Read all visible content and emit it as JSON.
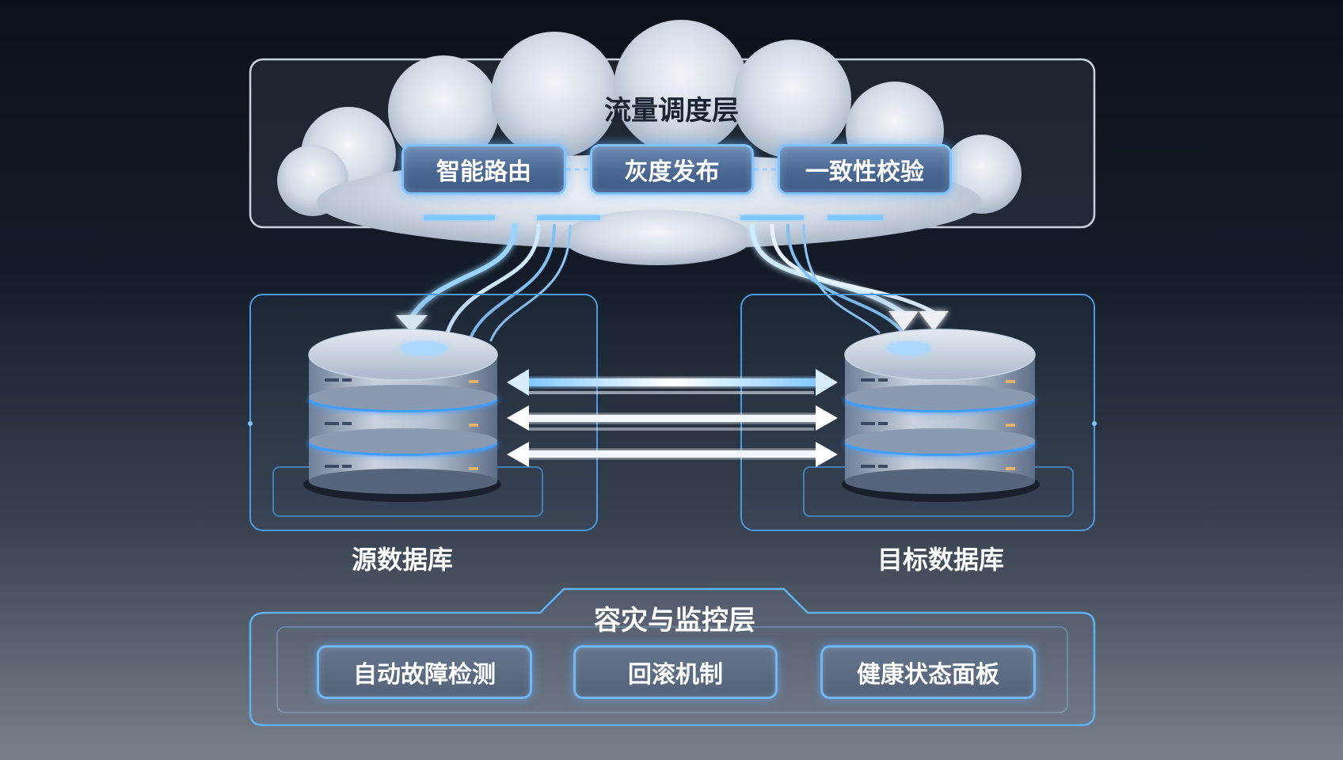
{
  "traffic_layer": {
    "title": "流量调度层",
    "modules": [
      "智能路由",
      "灰度发布",
      "一致性校验"
    ]
  },
  "databases": {
    "source_label": "源数据库",
    "target_label": "目标数据库"
  },
  "dr_layer": {
    "title": "容灾与监控层",
    "modules": [
      "自动故障检测",
      "回滚机制",
      "健康状态面板"
    ]
  },
  "colors": {
    "glow": "#6ec0ff",
    "frame": "#5aa8e8",
    "cloud": "#dfe5ee",
    "disk": "#aeb9cc"
  }
}
